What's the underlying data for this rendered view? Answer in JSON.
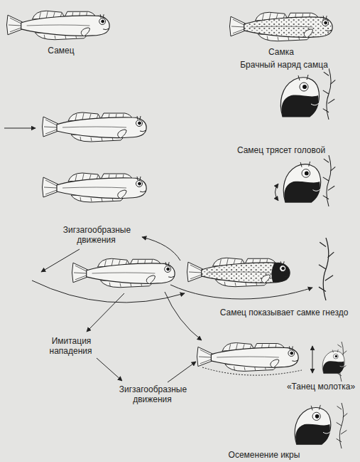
{
  "diagram": {
    "labels": [
      "Самец",
      "Самка",
      "Брачный наряд самца",
      "Самец трясет головой",
      "Зигзагообразные движения",
      "Самец показывает самке гнездо",
      "Имитация нападения",
      "Зигзагообразные движения",
      "«Танец молотка»",
      "Осеменение икры"
    ]
  }
}
